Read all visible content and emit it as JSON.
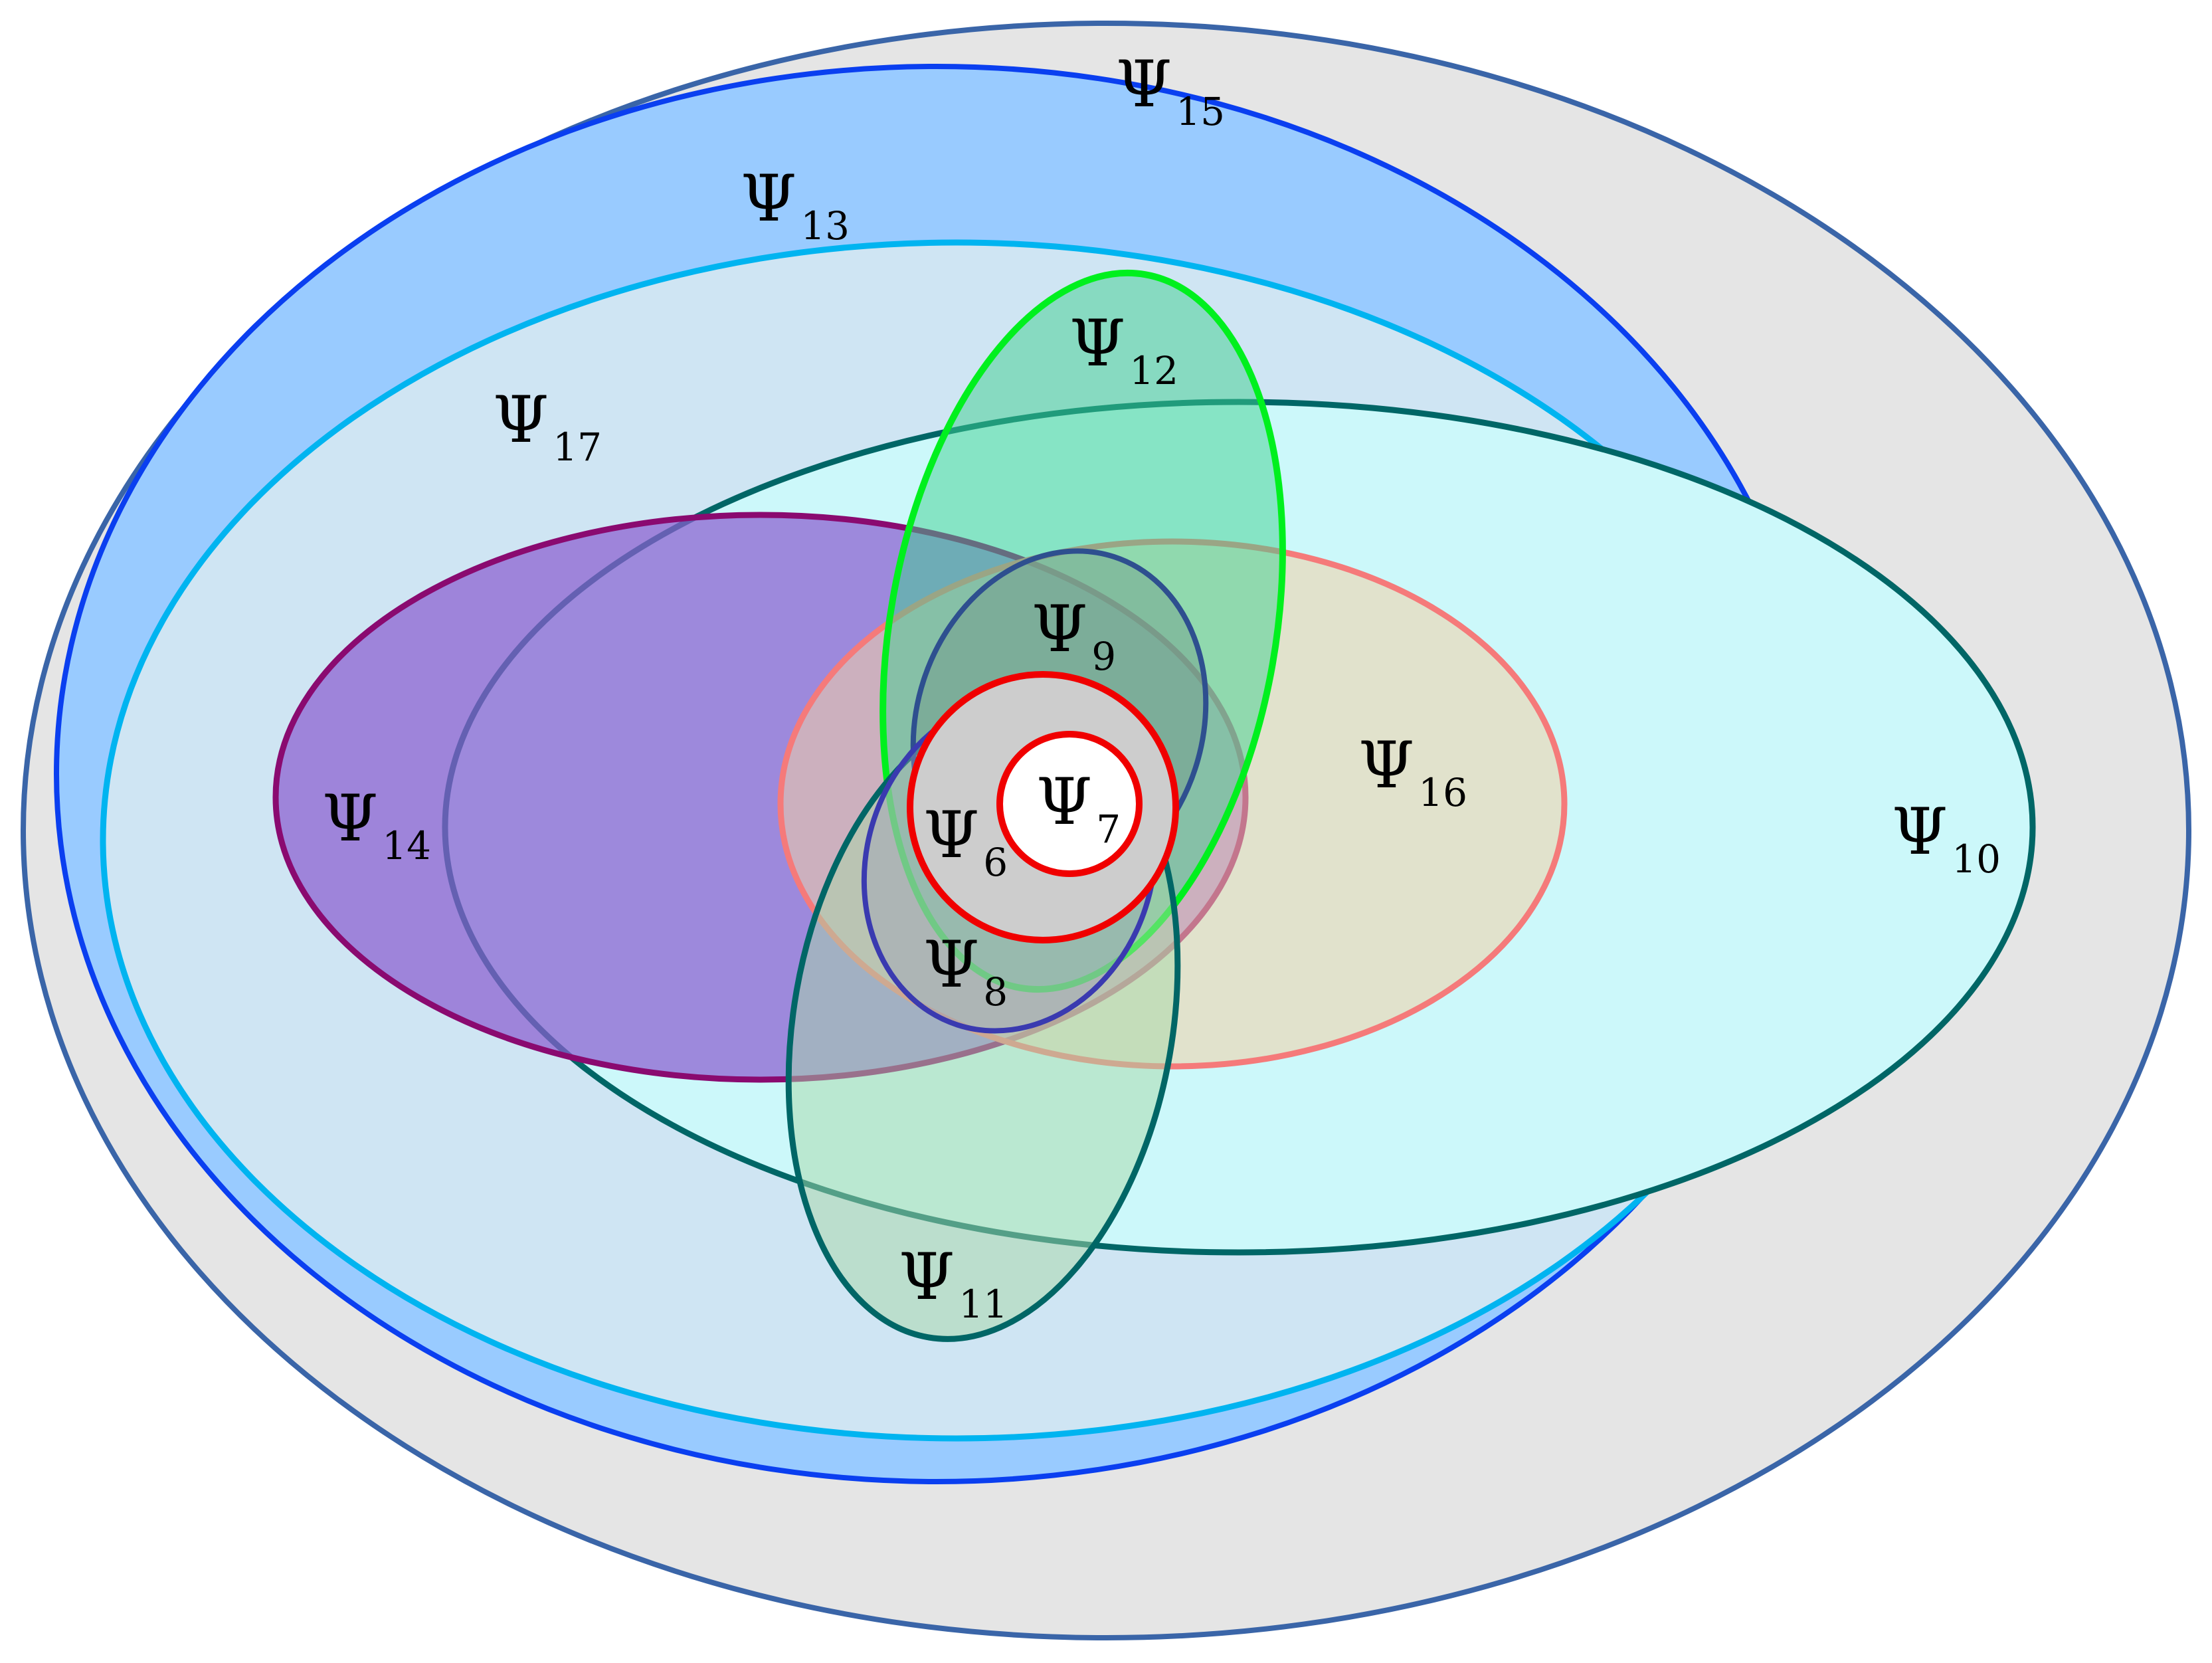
{
  "diagram": {
    "sets": [
      {
        "id": "15",
        "symbol": "Ψ",
        "subscript": "15",
        "stroke": "#3a65a8",
        "fill": "#e5e5e5",
        "fill_opacity": 1
      },
      {
        "id": "13",
        "symbol": "Ψ",
        "subscript": "13",
        "stroke": "#0a3ff0",
        "fill": "#99cbff",
        "fill_opacity": 1
      },
      {
        "id": "17",
        "symbol": "Ψ",
        "subscript": "17",
        "stroke": "#00b4f0",
        "fill": "#cfe5f3",
        "fill_opacity": 1
      },
      {
        "id": "10",
        "symbol": "Ψ",
        "subscript": "10",
        "stroke": "#006666",
        "fill": "#ccf8fa",
        "fill_opacity": 1
      },
      {
        "id": "14",
        "symbol": "Ψ",
        "subscript": "14",
        "stroke": "#8a0a70",
        "fill": "#8a5ed0",
        "fill_opacity": 0.72
      },
      {
        "id": "16",
        "symbol": "Ψ",
        "subscript": "16",
        "stroke": "#f57a7a",
        "fill": "#f2cfa6",
        "fill_opacity": 0.55
      },
      {
        "id": "12",
        "symbol": "Ψ",
        "subscript": "12",
        "stroke": "#00f01e",
        "fill": "#3fd08f",
        "fill_opacity": 0.5
      },
      {
        "id": "11",
        "symbol": "Ψ",
        "subscript": "11",
        "stroke": "#006666",
        "fill": "#a8d8a8",
        "fill_opacity": 0.5
      },
      {
        "id": "9",
        "symbol": "Ψ",
        "subscript": "9",
        "stroke": "#2e4f8f",
        "fill": "#6a8a80",
        "fill_opacity": 0.35
      },
      {
        "id": "8",
        "symbol": "Ψ",
        "subscript": "8",
        "stroke": "#3a3ab0",
        "fill": "#9aa0b8",
        "fill_opacity": 0.4
      },
      {
        "id": "6",
        "symbol": "Ψ",
        "subscript": "6",
        "stroke": "#f00000",
        "fill": "#cdcdcd",
        "fill_opacity": 1
      },
      {
        "id": "7",
        "symbol": "Ψ",
        "subscript": "7",
        "stroke": "#f00000",
        "fill": "#ffffff",
        "fill_opacity": 1
      }
    ]
  }
}
